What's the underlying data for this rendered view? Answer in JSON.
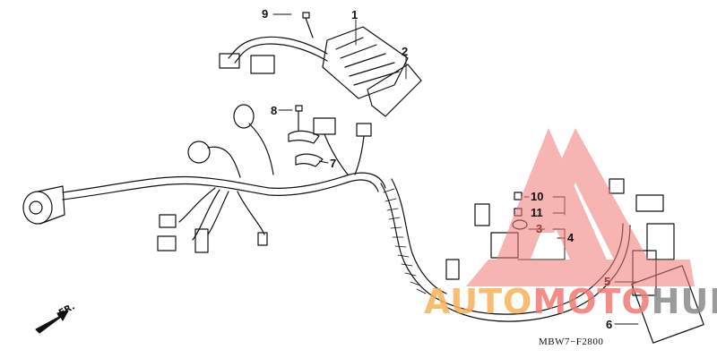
{
  "diagram": {
    "type": "exploded-parts-diagram",
    "subject": "wire harness",
    "diagram_code": "MBW7−F2800",
    "direction_indicator": {
      "label": "FR.",
      "icon": "arrow-down-left-icon"
    },
    "callouts": [
      {
        "number": "1",
        "label": "1"
      },
      {
        "number": "2",
        "label": "2"
      },
      {
        "number": "3",
        "label": "3"
      },
      {
        "number": "4",
        "label": "4"
      },
      {
        "number": "5",
        "label": "5"
      },
      {
        "number": "6",
        "label": "6"
      },
      {
        "number": "7",
        "label": "7"
      },
      {
        "number": "8",
        "label": "8"
      },
      {
        "number": "9",
        "label": "9"
      },
      {
        "number": "10",
        "label": "10"
      },
      {
        "number": "11",
        "label": "11"
      }
    ]
  },
  "watermark": {
    "text_part1": "AUTO",
    "text_part2": "MOTO",
    "text_part3": "HUB",
    "colors": {
      "triangle": "#f07a74",
      "auto": "#f6b35a",
      "moto": "#f07a74",
      "hub": "#8a8a8a"
    }
  }
}
